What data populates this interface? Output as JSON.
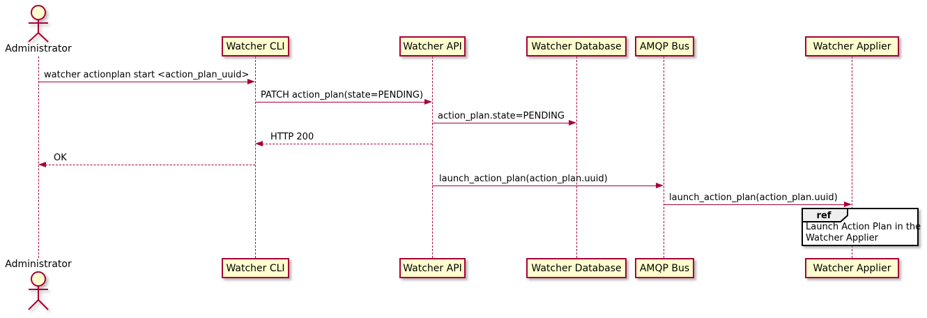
{
  "diagram_type": "uml-sequence",
  "colors": {
    "accent": "#A80036",
    "participant_fill": "#FEFECE",
    "ref_header_fill": "#EEEEEE",
    "ref_border": "#000000",
    "text": "#000000",
    "background": "#FFFFFF"
  },
  "actor": {
    "name": "Administrator"
  },
  "participants": [
    {
      "id": "cli",
      "label": "Watcher CLI"
    },
    {
      "id": "api",
      "label": "Watcher API"
    },
    {
      "id": "db",
      "label": "Watcher Database"
    },
    {
      "id": "amqp",
      "label": "AMQP Bus"
    },
    {
      "id": "applier",
      "label": "Watcher Applier"
    }
  ],
  "messages": [
    {
      "from": "Administrator",
      "to": "Watcher CLI",
      "style": "solid",
      "direction": "right",
      "text": "watcher actionplan start <action_plan_uuid>"
    },
    {
      "from": "Watcher CLI",
      "to": "Watcher API",
      "style": "solid",
      "direction": "right",
      "text": "PATCH action_plan(state=PENDING)"
    },
    {
      "from": "Watcher API",
      "to": "Watcher Database",
      "style": "solid",
      "direction": "right",
      "text": "action_plan.state=PENDING"
    },
    {
      "from": "Watcher API",
      "to": "Watcher CLI",
      "style": "dashed",
      "direction": "left",
      "text": "HTTP 200"
    },
    {
      "from": "Watcher CLI",
      "to": "Administrator",
      "style": "dashed",
      "direction": "left",
      "text": "OK"
    },
    {
      "from": "Watcher API",
      "to": "AMQP Bus",
      "style": "solid",
      "direction": "right",
      "text": "launch_action_plan(action_plan.uuid)"
    },
    {
      "from": "AMQP Bus",
      "to": "Watcher Applier",
      "style": "solid",
      "direction": "right",
      "text": "launch_action_plan(action_plan.uuid)"
    }
  ],
  "ref_fragment": {
    "keyword": "ref",
    "over": "Watcher Applier",
    "lines": [
      "Launch Action Plan in the",
      "Watcher Applier"
    ]
  }
}
